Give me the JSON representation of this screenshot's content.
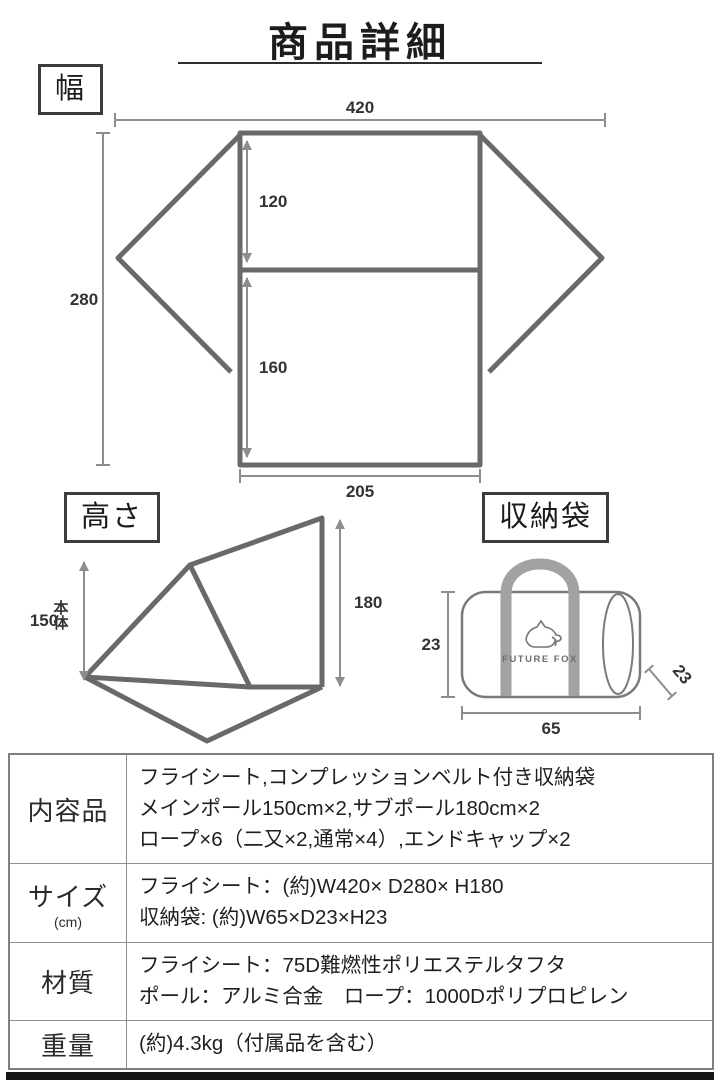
{
  "page": {
    "title": "商品詳細"
  },
  "width_section": {
    "label": "幅",
    "dims": {
      "total_width": "420",
      "total_depth": "280",
      "inner_top": "120",
      "inner_bottom": "160",
      "bottom_width": "205"
    }
  },
  "height_section": {
    "label": "高さ",
    "dims": {
      "body_height": "150",
      "body_label": "本体",
      "peak_height": "180"
    }
  },
  "bag_section": {
    "label": "収納袋",
    "brand": "FUTURE FOX",
    "dims": {
      "height": "23",
      "width": "65",
      "depth": "23"
    }
  },
  "spec_table": {
    "rows": [
      {
        "header": "内容品",
        "lines": [
          "フライシート,コンプレッションベルト付き収納袋",
          "メインポール150cm×2,サブポール180cm×2",
          "ロープ×6（二又×2,通常×4）,エンドキャップ×2"
        ]
      },
      {
        "header": "サイズ",
        "header_sub": "(cm)",
        "lines": [
          "フライシート：(約)W420× D280× H180",
          "収納袋: (約)W65×D23×H23"
        ]
      },
      {
        "header": "材質",
        "lines": [
          "フライシート：75D難燃性ポリエステルタフタ",
          "ポール：アルミ合金　ロープ：1000Dポリプロピレン"
        ]
      },
      {
        "header": "重量",
        "lines": [
          "(約)4.3kg（付属品を含む）"
        ]
      }
    ]
  }
}
